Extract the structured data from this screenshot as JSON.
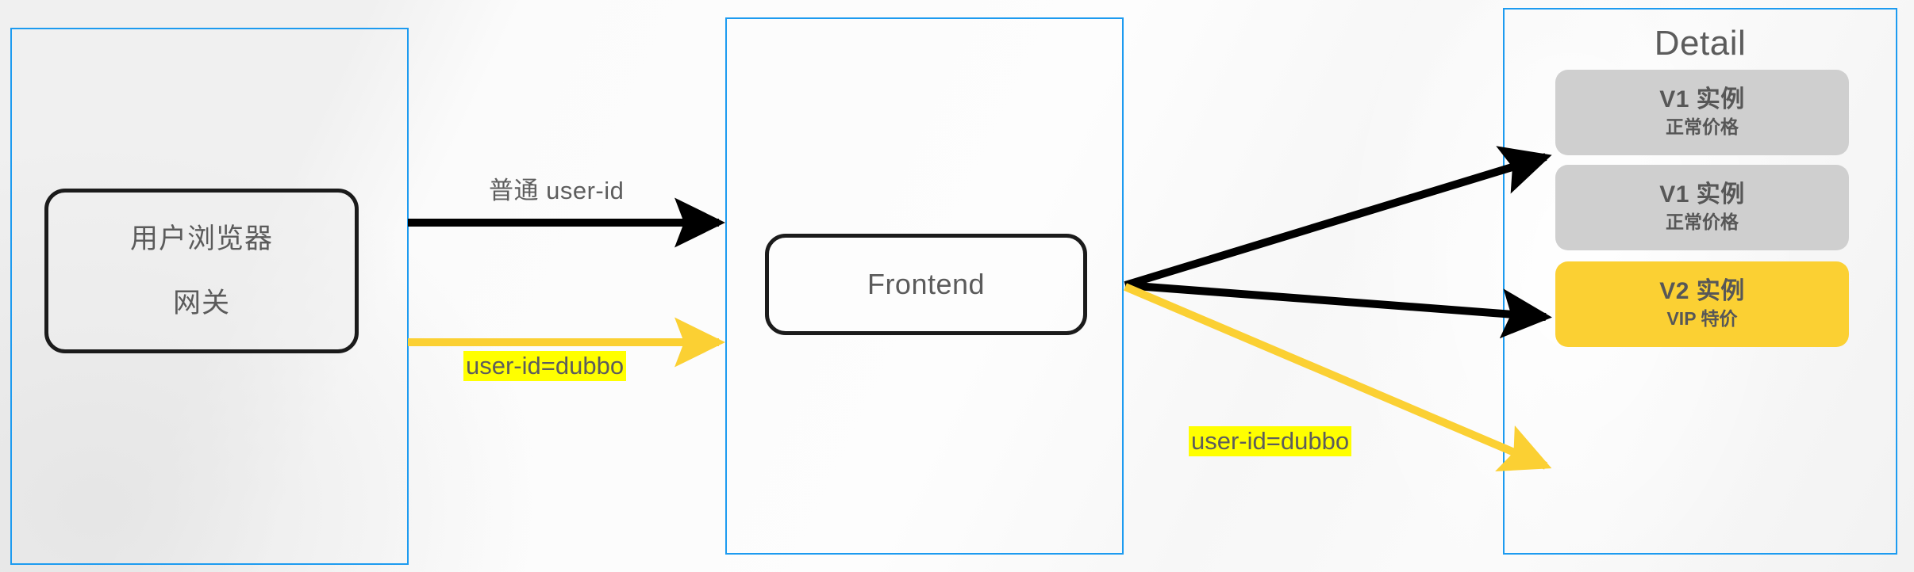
{
  "diagram": {
    "title_right_panel": "Detail",
    "panels": [
      {
        "name": "client-panel"
      },
      {
        "name": "frontend-panel"
      },
      {
        "name": "detail-panel"
      }
    ],
    "colors": {
      "panel_border": "#1d9bf0",
      "node_outline": "#1b1b1b",
      "text_gray": "#5b5b5b",
      "highlight_yellow": "#ffff00",
      "arrow_black": "#000000",
      "arrow_yellow": "#fbd033",
      "card_gray": "#cfcfcf",
      "card_gold": "#fbd033"
    }
  },
  "gateway_node": {
    "line1": "用户浏览器",
    "line2": "网关"
  },
  "frontend_node": {
    "label": "Frontend"
  },
  "labels": {
    "plain_user_id": "普通 user-id",
    "highlight_user_id_left": "user-id=dubbo",
    "highlight_user_id_right": "user-id=dubbo"
  },
  "instances": [
    {
      "title": "V1 实例",
      "subtitle": "正常价格",
      "style": "gray"
    },
    {
      "title": "V1 实例",
      "subtitle": "正常价格",
      "style": "gray"
    },
    {
      "title": "V2 实例",
      "subtitle": "VIP 特价",
      "style": "gold"
    }
  ],
  "arrows": [
    {
      "name": "gateway-to-frontend-normal",
      "color": "#000000"
    },
    {
      "name": "gateway-to-frontend-dubbo",
      "color": "#fbd033"
    },
    {
      "name": "frontend-to-v1-a",
      "color": "#000000"
    },
    {
      "name": "frontend-to-v1-b",
      "color": "#000000"
    },
    {
      "name": "frontend-to-v2",
      "color": "#fbd033"
    }
  ]
}
